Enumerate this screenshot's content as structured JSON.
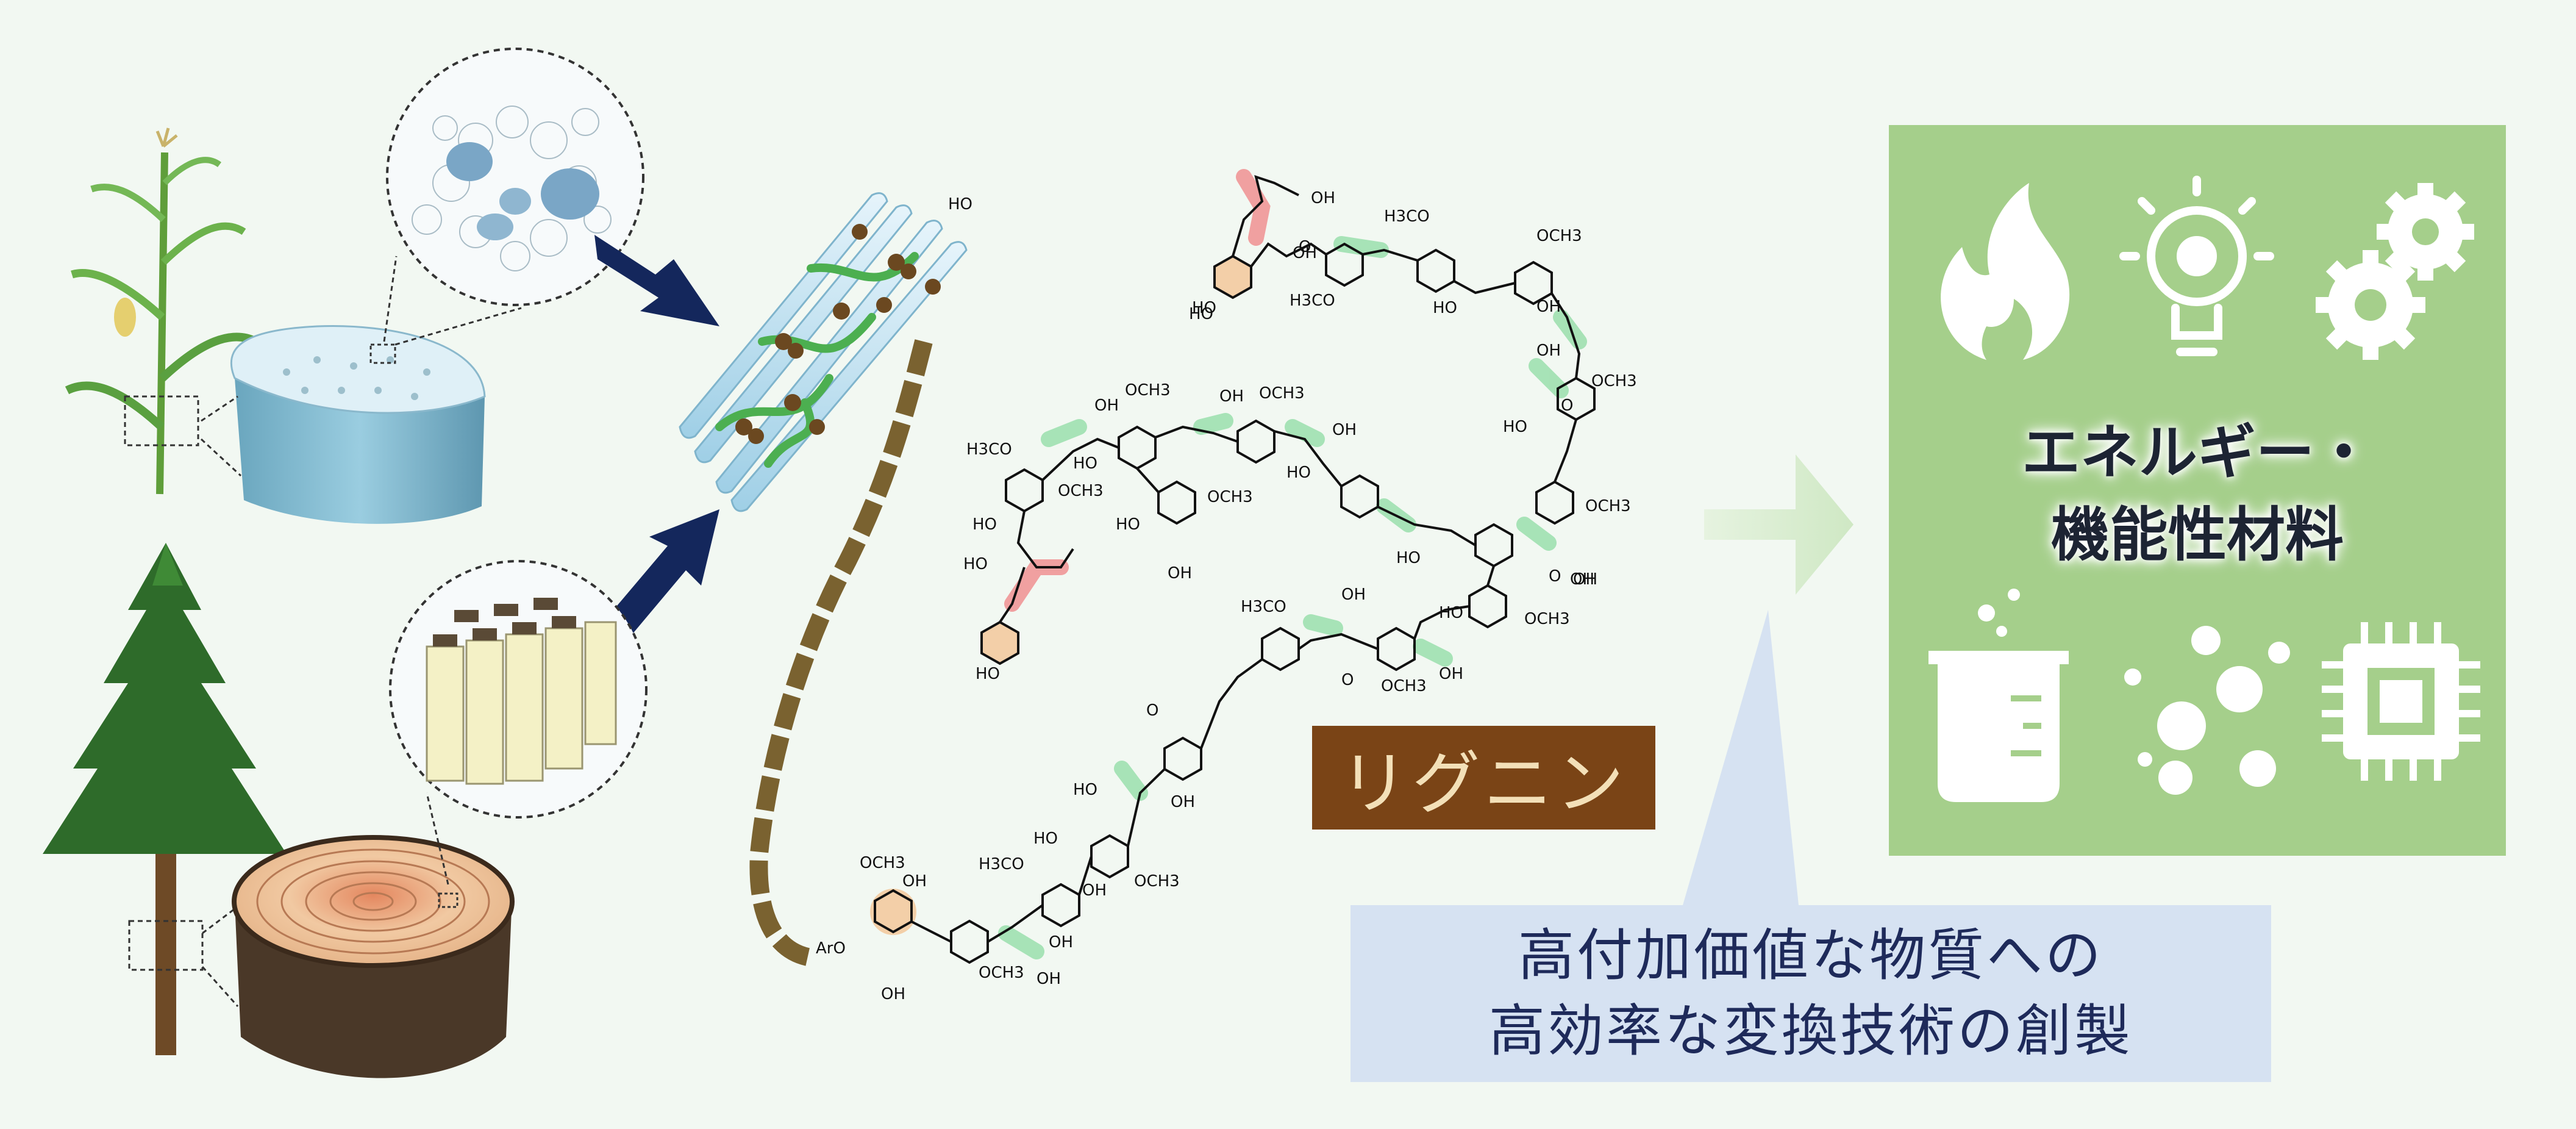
{
  "lignin_label": "リグニン",
  "callout": {
    "line1": "高付加価値な物質への",
    "line2": "高効率な変換技術の創製"
  },
  "output": {
    "line1": "エネルギー・",
    "line2": "機能性材料"
  },
  "structure_labels": {
    "och3": "OCH3",
    "h3co": "H3CO",
    "oh": "OH",
    "ho": "HO",
    "o": "O",
    "aro": "ArO"
  },
  "colors": {
    "background": "#f2f8f2",
    "lignin_box": "#7a4416",
    "lignin_text": "#f3e0b8",
    "callout_box": "#d6e2f2",
    "callout_text": "#1e2a5a",
    "output_panel": "#a5cf8b",
    "arrow_navy": "#14275c",
    "linkage_green": "#9fe0b0",
    "ester_red": "#f0a0a0",
    "ring_tan": "#f3cfa8",
    "fiber_blue": "#b9dcef",
    "chain_brown": "#7a6230"
  },
  "icons": [
    "corn-plant-icon",
    "conifer-tree-icon",
    "flame-icon",
    "lightbulb-icon",
    "gears-icon",
    "beaker-icon",
    "bubbles-icon",
    "microchip-icon"
  ]
}
